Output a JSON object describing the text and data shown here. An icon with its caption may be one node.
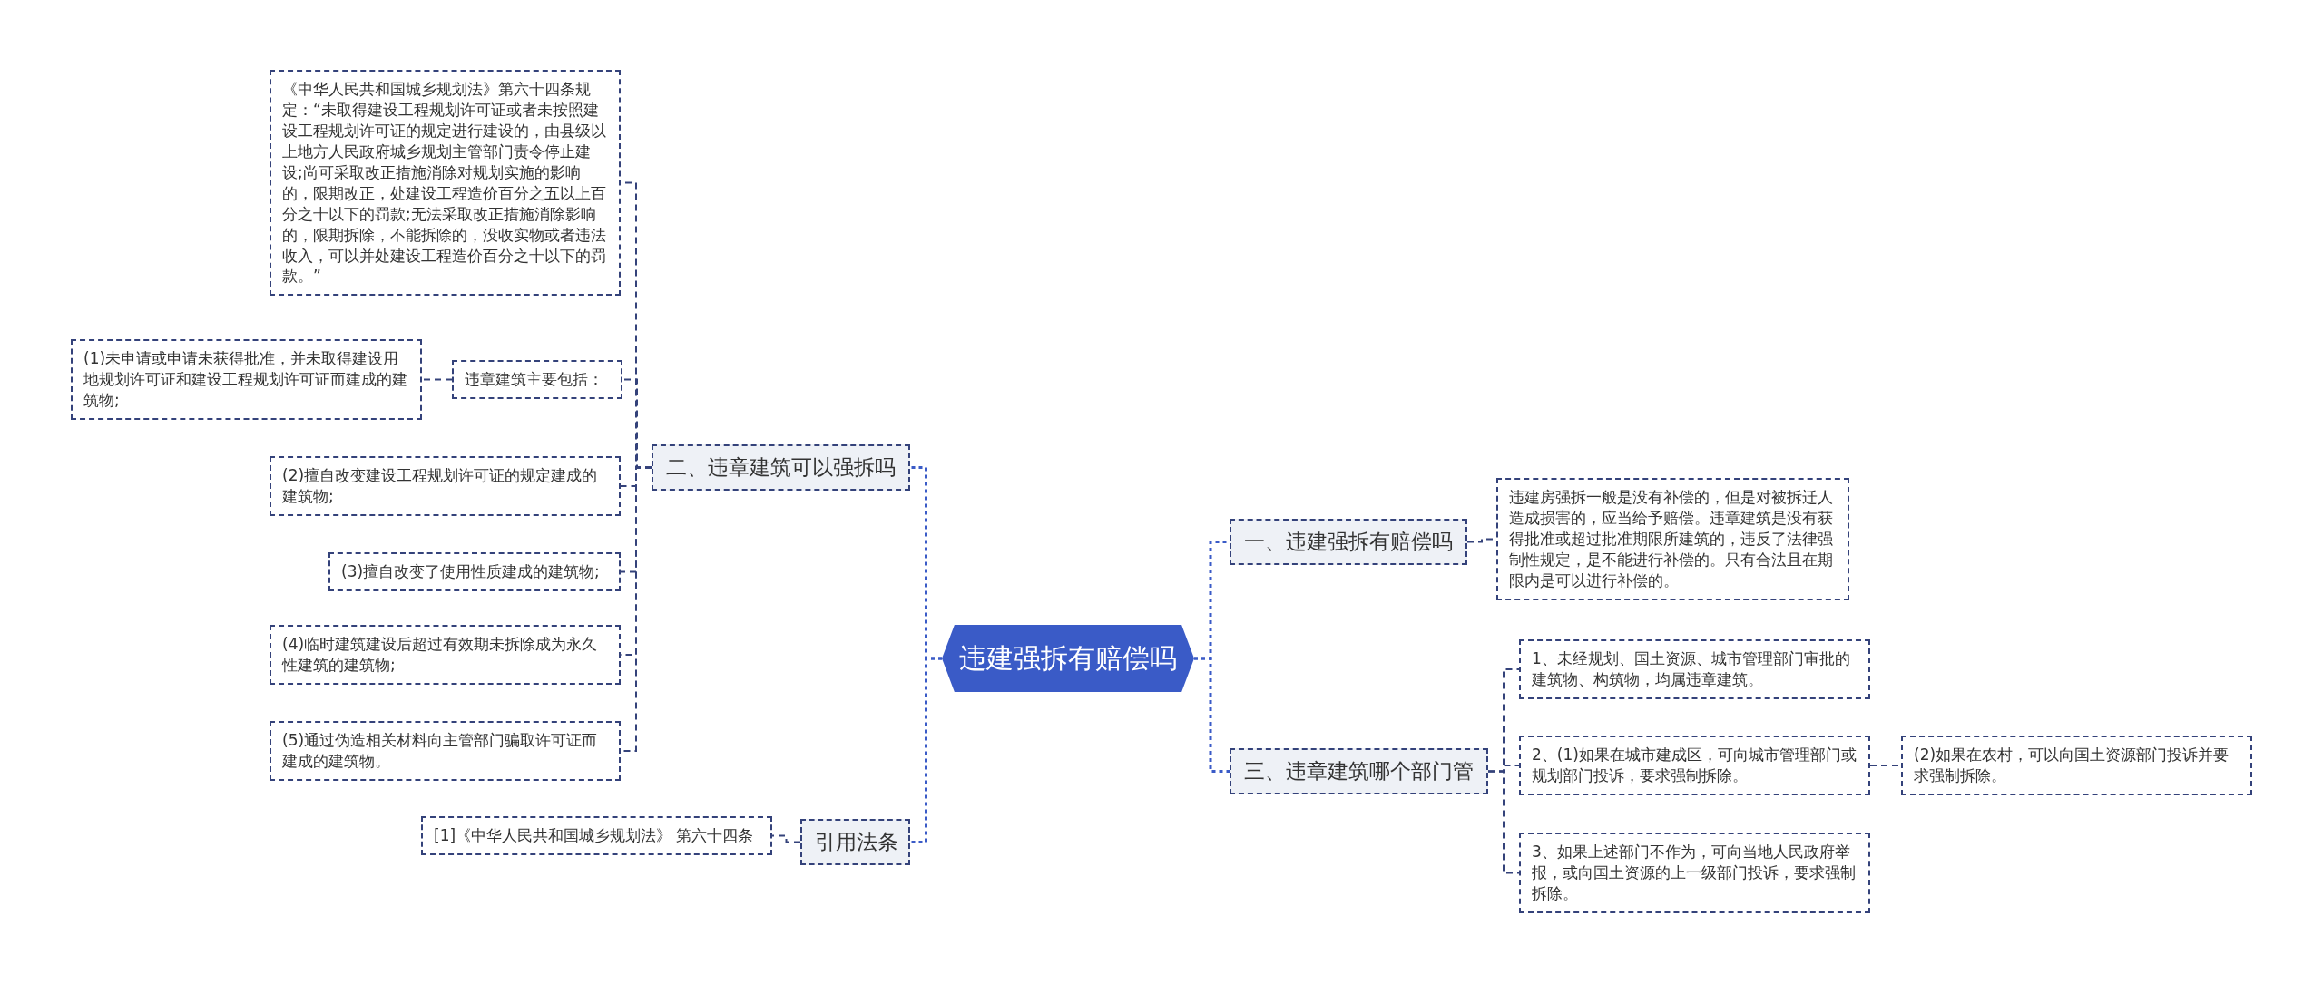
{
  "diagram": {
    "nodes": [
      {
        "text": [
          "违建强拆有赔偿吗"
        ]
      },
      {
        "text": [
          "二、违章建筑可以强拆吗"
        ]
      },
      {
        "text": [
          "《中华人民共和国城乡规划法》第六十四条规定：“未取得建设工程规划许可证或者未按照建设工程规划许可证的规定进行建设的，由县级以上地方人民政府城乡规划主管部门责令停止建设;尚可采取改正措施消除对规划实施的影响的，限期改正，处建设工程造价百分之五以上百分之十以下的罚款;无法采取改正措施消除影响的，限期拆除，不能拆除的，没收实物或者违法收入，可以并处建设工程造价百分之十以下的罚款。”"
        ]
      },
      {
        "text": [
          "违章建筑主要包括："
        ]
      },
      {
        "text": [
          "(1)未申请或申请未获得批准，并未取得建设用地规划许可证和建设工程规划许可证而建成的建筑物;"
        ]
      },
      {
        "text": [
          "(2)擅自改变建设工程规划许可证的规定建成的建筑物;"
        ]
      },
      {
        "text": [
          "(3)擅自改变了使用性质建成的建筑物;"
        ]
      },
      {
        "text": [
          "(4)临时建筑建设后超过有效期未拆除成为永久性建筑的建筑物;"
        ]
      },
      {
        "text": [
          "(5)通过伪造相关材料向主管部门骗取许可证而建成的建筑物。"
        ]
      },
      {
        "text": [
          "引用法条"
        ]
      },
      {
        "text": [
          "[1]《中华人民共和国城乡规划法》 第六十四条"
        ]
      },
      {
        "text": [
          "一、违建强拆有赔偿吗"
        ]
      },
      {
        "text": [
          "违建房强拆一般是没有补偿的，但是对被拆迁人造成损害的，应当给予赔偿。违章建筑是没有获得批准或超过批准期限所建筑的，违反了法律强制性规定，是不能进行补偿的。只有合法且在期限内是可以进行补偿的。"
        ]
      },
      {
        "text": [
          "三、违章建筑哪个部门管"
        ]
      },
      {
        "text": [
          "1、未经规划、国土资源、城市管理部门审批的建筑物、构筑物，均属违章建筑。"
        ]
      },
      {
        "text": [
          "2、(1)如果在城市建成区，可向城市管理部门或规划部门投诉，要求强制拆除。"
        ]
      },
      {
        "text": [
          "(2)如果在农村，可以向国土资源部门投诉并要求强制拆除。"
        ]
      },
      {
        "text": [
          "3、如果上述部门不作为，可向当地人民政府举报，或向国土资源的上一级部门投诉，要求强制拆除。"
        ]
      }
    ],
    "edges": [
      {
        "from": 0,
        "to": 1,
        "arrow": "none"
      },
      {
        "from": 1,
        "to": 2,
        "arrow": "none"
      },
      {
        "from": 1,
        "to": 3,
        "arrow": "none"
      },
      {
        "from": 3,
        "to": 4,
        "arrow": "none"
      },
      {
        "from": 1,
        "to": 5,
        "arrow": "none"
      },
      {
        "from": 1,
        "to": 6,
        "arrow": "none"
      },
      {
        "from": 1,
        "to": 7,
        "arrow": "none"
      },
      {
        "from": 1,
        "to": 8,
        "arrow": "none"
      },
      {
        "from": 0,
        "to": 9,
        "arrow": "none"
      },
      {
        "from": 9,
        "to": 10,
        "arrow": "none"
      },
      {
        "from": 0,
        "to": 11,
        "arrow": "none"
      },
      {
        "from": 11,
        "to": 12,
        "arrow": "none"
      },
      {
        "from": 0,
        "to": 13,
        "arrow": "none"
      },
      {
        "from": 13,
        "to": 14,
        "arrow": "none"
      },
      {
        "from": 13,
        "to": 15,
        "arrow": "none"
      },
      {
        "from": 15,
        "to": 16,
        "arrow": "none"
      },
      {
        "from": 13,
        "to": 17,
        "arrow": "none"
      }
    ]
  }
}
